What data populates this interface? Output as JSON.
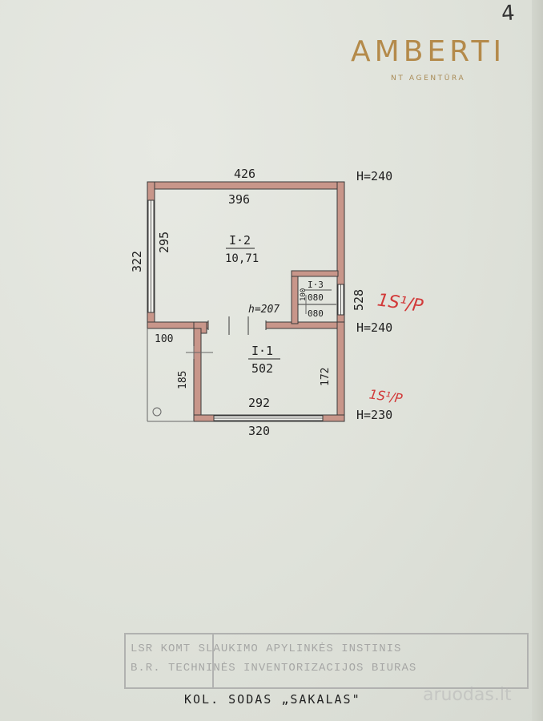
{
  "page_number": "4",
  "logo": {
    "name": "AMBERTI",
    "subtitle": "NT AGENTŪRA",
    "color": "#b48a4a"
  },
  "plan": {
    "wall_color": "#c8968a",
    "dimensions": {
      "top_outer": "426",
      "top_inner": "396",
      "left_outer": "322",
      "left_inner": "295",
      "right_small": "528",
      "porch_width": "100",
      "porch_depth": "185",
      "room1_side": "172",
      "room1_inner": "292",
      "bottom_outer": "320",
      "door_height": "h=207"
    },
    "rooms": [
      {
        "id": "I·2",
        "area": "10,71"
      },
      {
        "id": "I·1",
        "area": "502"
      },
      {
        "id": "I·3",
        "area": "080",
        "area2": "080",
        "side": "100"
      }
    ],
    "heights": {
      "h1": "H=240",
      "h2": "H=240",
      "h3": "H=230"
    },
    "annotations": {
      "red1": "1S¹/P",
      "red2": "1S¹/P"
    }
  },
  "stamp": {
    "line1": "LSR KOMT   SLAUKIMO APYLINKĖS INSTINIS",
    "line2": "B.R.   TECHNINĖS INVENTORIZACIJOS BIURAS"
  },
  "title": "KOL. SODAS  „SAKALAS\"",
  "watermark": "aruodas.lt"
}
